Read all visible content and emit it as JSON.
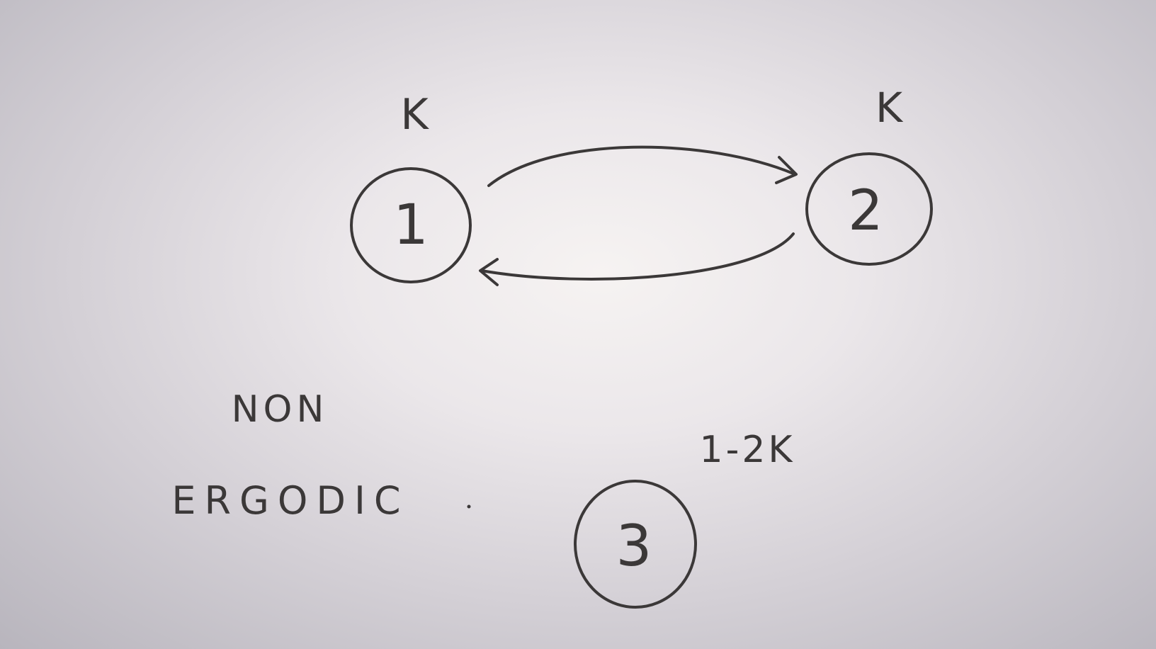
{
  "diagram": {
    "nodes": [
      {
        "id": "node-1",
        "label": "1",
        "annotation": "K"
      },
      {
        "id": "node-2",
        "label": "2",
        "annotation": "K"
      },
      {
        "id": "node-3",
        "label": "3",
        "annotation": "1-2K"
      }
    ],
    "edges": [
      {
        "from": "1",
        "to": "2"
      },
      {
        "from": "2",
        "to": "1"
      }
    ],
    "note": {
      "line1": "NON",
      "line2": "ERGODIC"
    }
  },
  "style": {
    "ink": "#3b3838",
    "paper": "#ebe7ea"
  }
}
